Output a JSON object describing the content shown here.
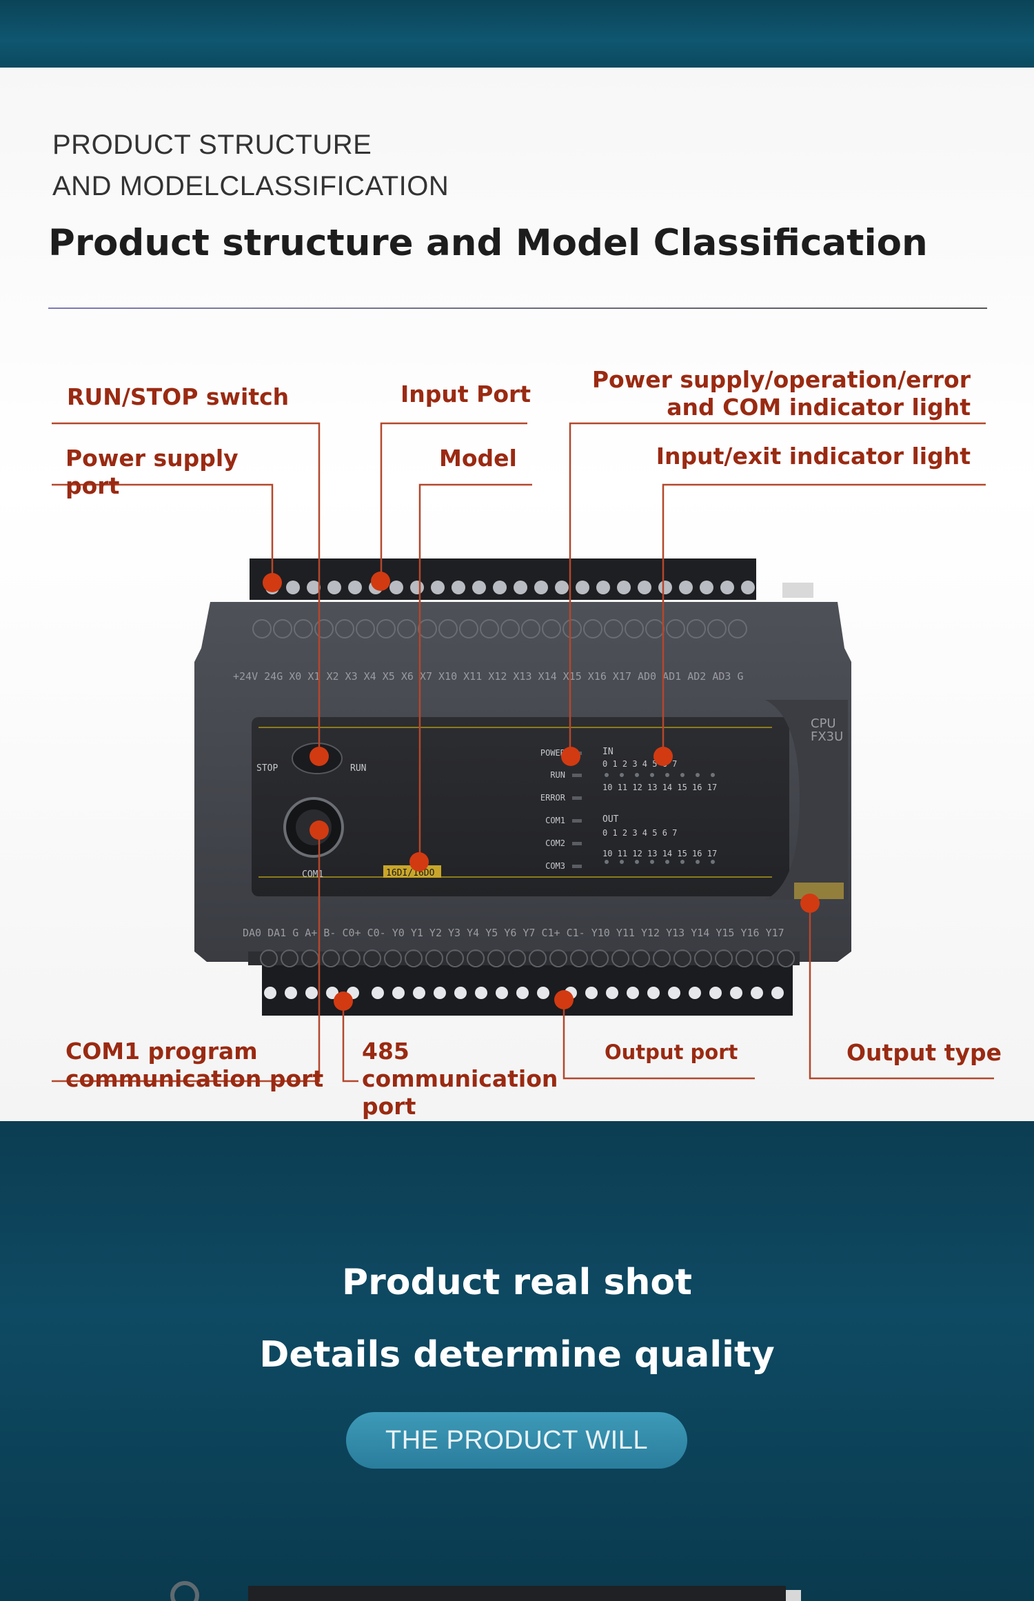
{
  "header": {
    "kicker_line1": "PRODUCT STRUCTURE",
    "kicker_line2": "AND MODELCLASSIFICATION",
    "title": "Product structure and Model Classification"
  },
  "labels": {
    "run_stop": "RUN/STOP switch",
    "input_port": "Input Port",
    "indicator_line1": "Power supply/operation/error",
    "indicator_line2": "and COM indicator light",
    "power_supply_line1": "Power supply",
    "power_supply_line2": "port",
    "model": "Model",
    "io_indicator": "Input/exit indicator light",
    "com1_line1": "COM1 program",
    "com1_line2": "communication port",
    "rs485_line1": "485",
    "rs485_line2": "communication",
    "rs485_line3": "port",
    "output_port": "Output port",
    "output_type": "Output type"
  },
  "device": {
    "cpu_line1": "CPU",
    "cpu_line2": "FX3U",
    "top_terminals": "+24V 24G X0 X1 X2 X3 X4 X5 X6 X7 X10 X11 X12 X13 X14 X15 X16 X17 AD0 AD1 AD2 AD3 G",
    "bottom_terminals": "DA0 DA1 G A+ B- C0+ C0- Y0 Y1 Y2 Y3 Y4 Y5 Y6 Y7 C1+ C1- Y10 Y11 Y12 Y13 Y14 Y15 Y16 Y17",
    "stop": "STOP",
    "run": "RUN",
    "com1": "COM1",
    "model_tag": "16DI/16DO",
    "ind_power": "POWER",
    "ind_run": "RUN",
    "ind_error": "ERROR",
    "ind_com1": "COM1",
    "ind_com2": "COM2",
    "ind_com3": "COM3",
    "in_label": "IN",
    "out_label": "OUT",
    "io_row1": "0 1 2 3 4 5 6 7",
    "io_row2": "10 11 12 13 14 15 16 17"
  },
  "colors": {
    "accent_red": "#d23a12",
    "label_text": "#9a2a12",
    "leader": "#b4472c"
  },
  "promo": {
    "line1": "Product real shot",
    "line2": "Details determine quality",
    "pill": "THE PRODUCT WILL"
  }
}
